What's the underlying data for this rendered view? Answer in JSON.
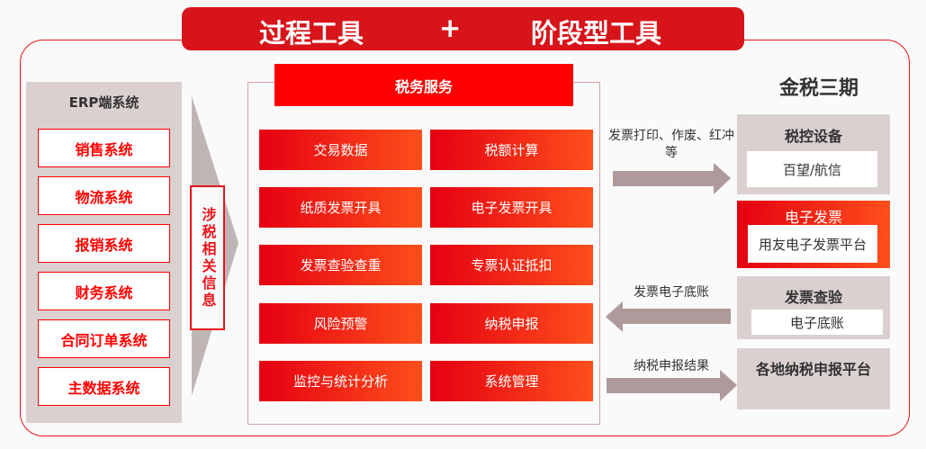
{
  "header": {
    "left": "过程工具",
    "plus": "+",
    "right": "阶段型工具"
  },
  "erp": {
    "title": "ERP端系统",
    "items": [
      "销售系统",
      "物流系统",
      "报销系统",
      "财务系统",
      "合同订单系统",
      "主数据系统"
    ]
  },
  "bridge": {
    "label": "涉税相关信息"
  },
  "tax_service": {
    "title": "税务服务",
    "items": [
      "交易数据",
      "税额计算",
      "纸质发票开具",
      "电子发票开具",
      "发票查验查重",
      "专票认证抵扣",
      "风险预警",
      "纳税申报",
      "监控与统计分析",
      "系统管理"
    ]
  },
  "right": {
    "title": "金税三期",
    "boxes": [
      {
        "title": "税控设备",
        "inner": "百望/航信"
      },
      {
        "title": "电子发票",
        "inner": "用友电子发票平台"
      },
      {
        "title": "发票查验",
        "inner": "电子底账"
      },
      {
        "title": "各地纳税申报平台"
      }
    ],
    "arrows": [
      {
        "label": "发票打印、作废、红冲等",
        "direction": "right"
      },
      {
        "label": "发票电子底账",
        "direction": "left"
      },
      {
        "label": "纳税申报结果",
        "direction": "right"
      }
    ]
  },
  "colors": {
    "red": "#e8141a",
    "gray": "#dbd0d0",
    "arrow": "#ae9a9a"
  }
}
